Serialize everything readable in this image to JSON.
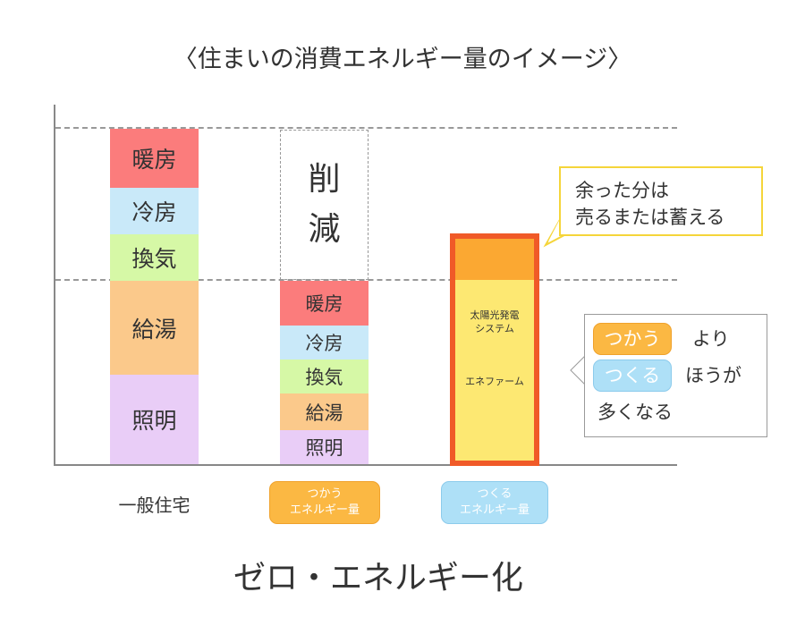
{
  "title": "〈住まいの消費エネルギー量のイメージ〉",
  "chart_data": {
    "type": "stacked-bar",
    "categories": [
      "一般住宅",
      "つかうエネルギー量",
      "つくるエネルギー量"
    ],
    "bar_general": {
      "segments": [
        {
          "label": "暖房",
          "color": "#fb7c7c"
        },
        {
          "label": "冷房",
          "color": "#c9e9f9"
        },
        {
          "label": "換気",
          "color": "#d6f8a6"
        },
        {
          "label": "給湯",
          "color": "#fbc98b"
        },
        {
          "label": "照明",
          "color": "#e9cdf7"
        }
      ]
    },
    "bar_use": {
      "reduction_label_1": "削",
      "reduction_label_2": "減",
      "segments": [
        {
          "label": "暖房",
          "color": "#fb7c7c"
        },
        {
          "label": "冷房",
          "color": "#c9e9f9"
        },
        {
          "label": "換気",
          "color": "#d6f8a6"
        },
        {
          "label": "給湯",
          "color": "#fbc98b"
        },
        {
          "label": "照明",
          "color": "#e9cdf7"
        }
      ]
    },
    "bar_make": {
      "label_solar_1": "太陽光発電",
      "label_solar_2": "システム",
      "label_enefarm": "エネファーム",
      "surplus_color": "#fba832",
      "fill_color": "#fde872",
      "border_color": "#f05a28"
    }
  },
  "category_general": "一般住宅",
  "pill_use": {
    "line1": "つかう",
    "line2": "エネルギー量"
  },
  "pill_make": {
    "line1": "つくる",
    "line2": "エネルギー量"
  },
  "callout_surplus": {
    "line1": "余った分は",
    "line2": "売るまたは蓄える"
  },
  "callout_compare": {
    "tag_use": "つかう",
    "after_use": "より",
    "tag_make": "つくる",
    "after_make": "ほうが",
    "line3": "多くなる"
  },
  "footer": "ゼロ・エネルギー化"
}
